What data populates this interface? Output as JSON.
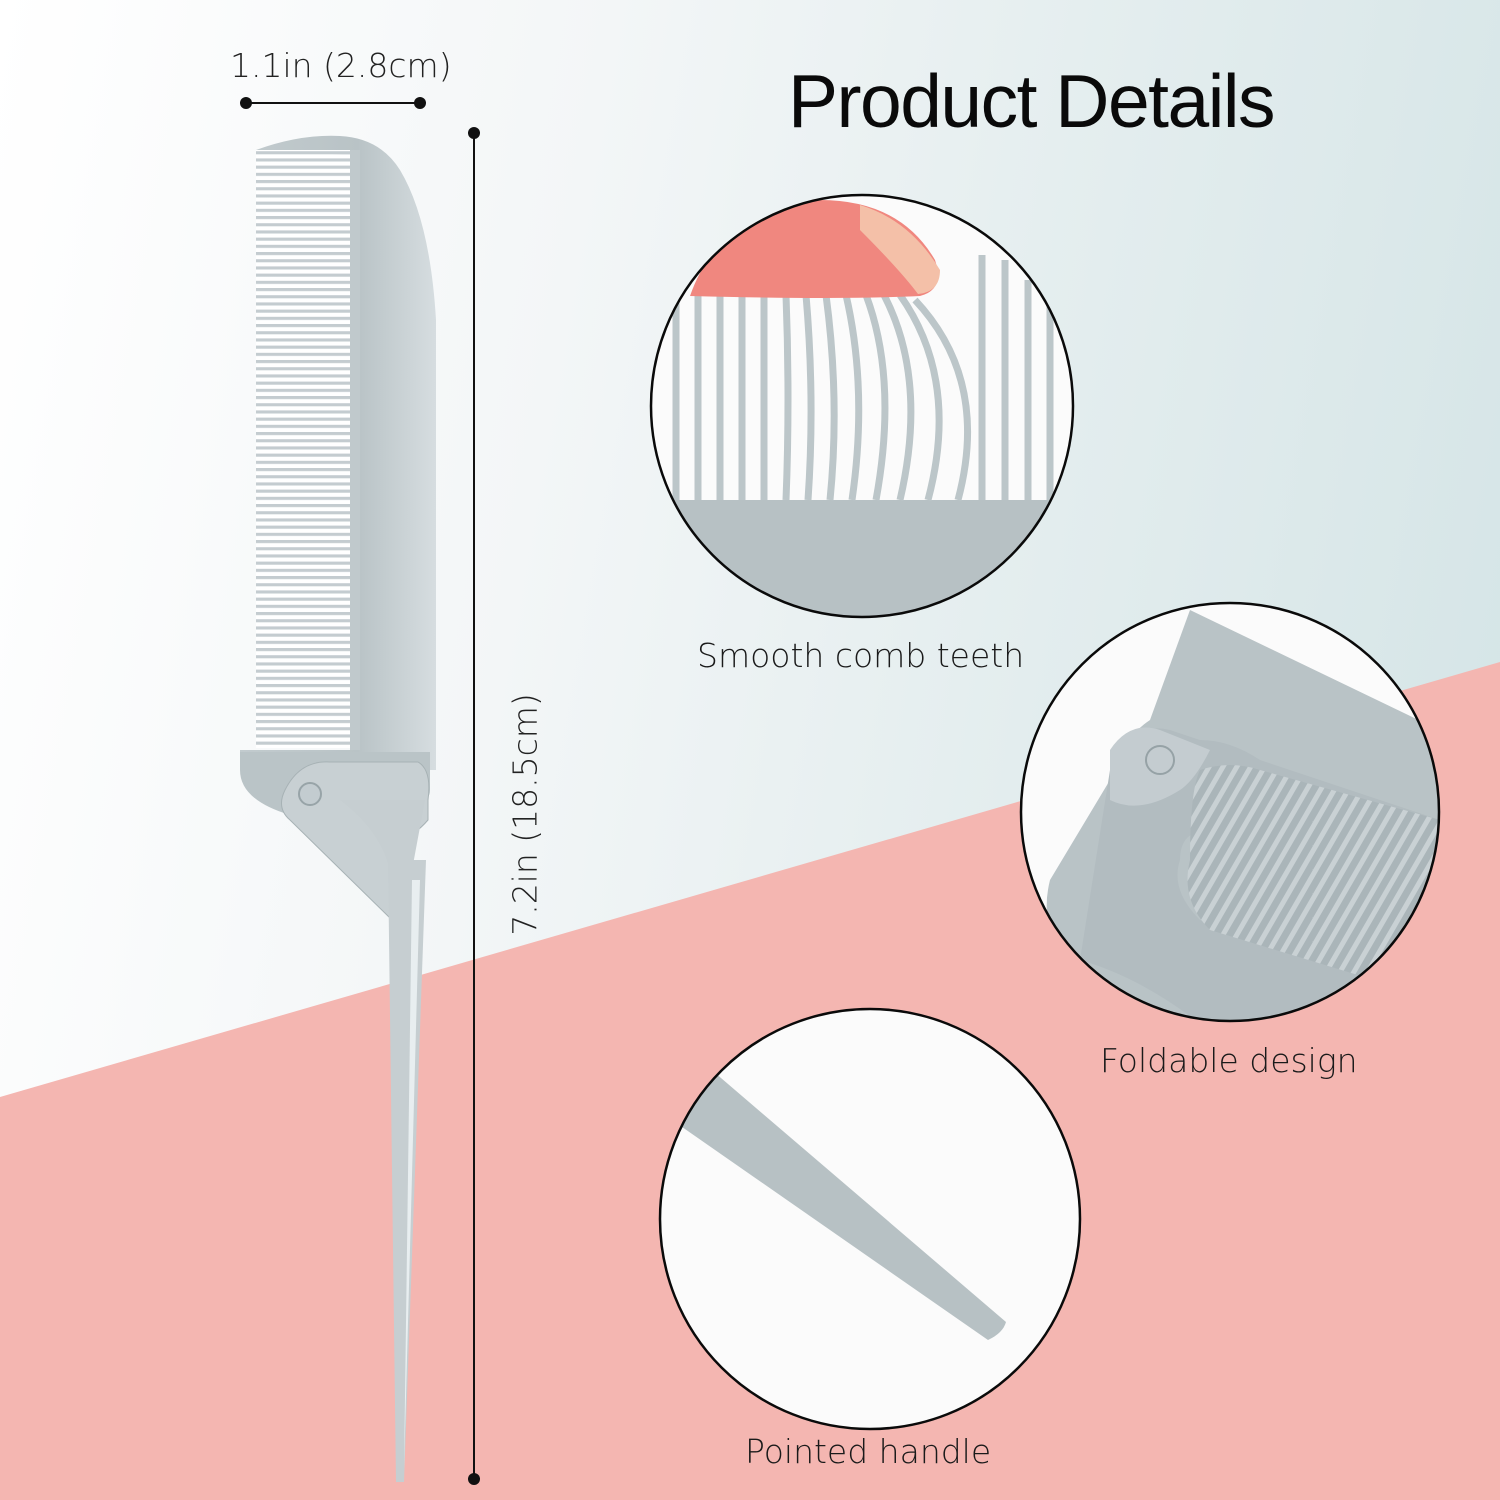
{
  "header": {
    "title": "Product Details"
  },
  "dimensions": {
    "width_label": "1.1in (2.8cm)",
    "height_label": "7.2in (18.5cm)"
  },
  "features": [
    {
      "caption": "Smooth comb teeth",
      "icon": "comb-teeth-closeup"
    },
    {
      "caption": "Foldable design",
      "icon": "fold-hinge-closeup"
    },
    {
      "caption": "Pointed handle",
      "icon": "pointed-tail-closeup"
    }
  ],
  "colors": {
    "pink_band": "#f4b6b1",
    "background_light": "#eef3f4",
    "background_tint": "#d2e3e5",
    "comb_gray": "#b4bec1",
    "outline": "#0a0a0a"
  }
}
